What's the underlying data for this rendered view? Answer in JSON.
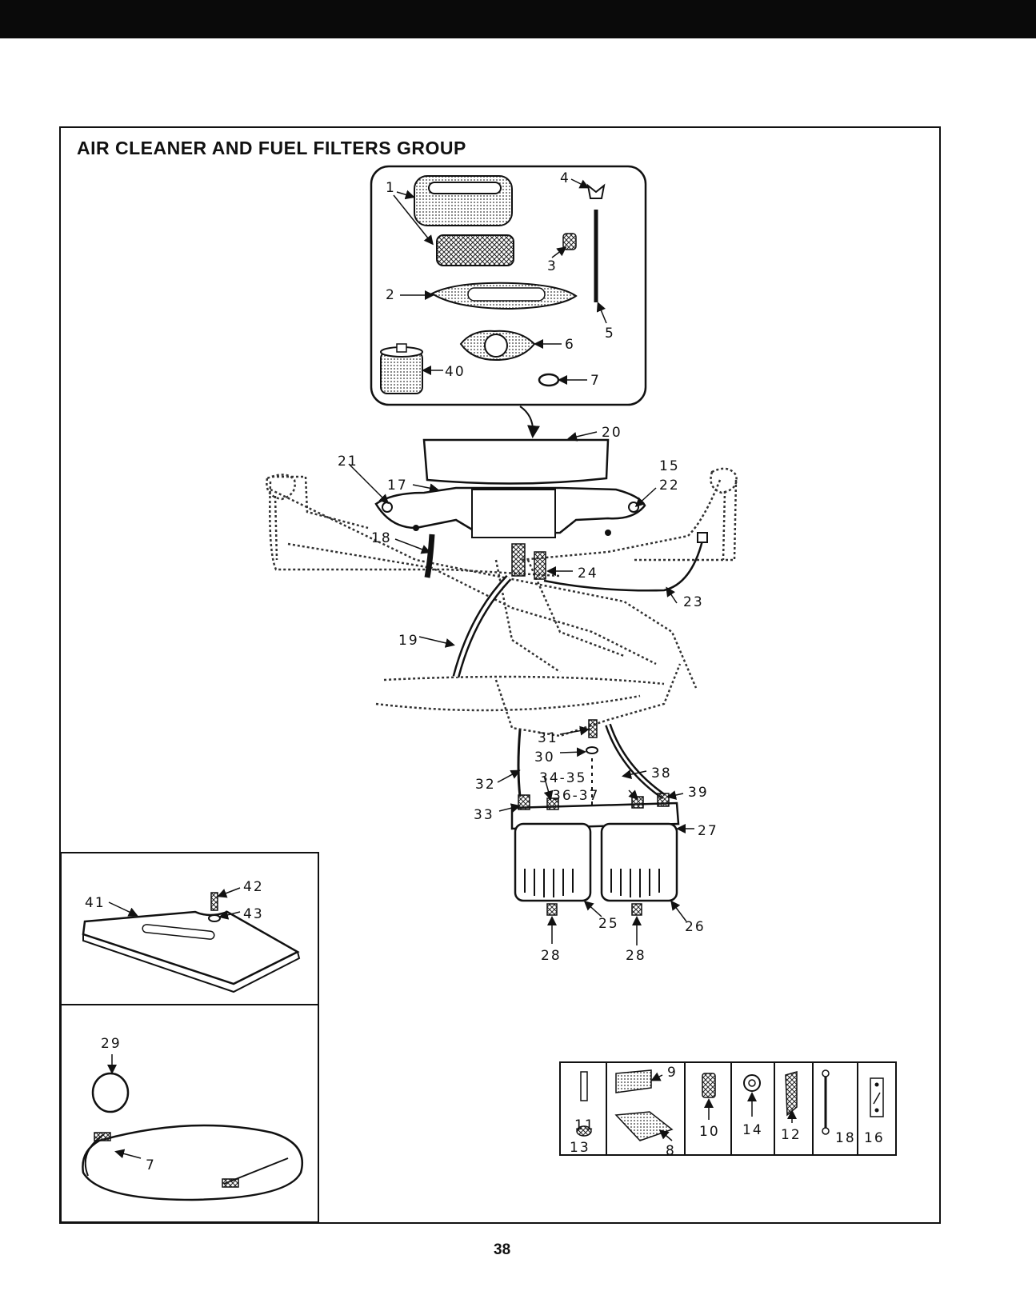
{
  "title": "AIR CLEANER AND FUEL FILTERS GROUP",
  "page_number": "38",
  "colors": {
    "ink": "#111111",
    "paper": "#ffffff",
    "band": "#0a0a0a"
  },
  "callouts": {
    "c1": "1",
    "c2": "2",
    "c3": "3",
    "c4": "4",
    "c5": "5",
    "c6": "6",
    "c7": "7",
    "c40": "40",
    "c20": "20",
    "c21": "21",
    "c17": "17",
    "c15": "15",
    "c22": "22",
    "c18": "18",
    "c24": "24",
    "c23": "23",
    "c19": "19",
    "c31": "31",
    "c30": "30",
    "c32": "32",
    "c34_35": "34-35",
    "c38": "38",
    "c36_37": "36-37",
    "c39": "39",
    "c33": "33",
    "c27": "27",
    "c25": "25",
    "c26": "26",
    "c28a": "28",
    "c28b": "28",
    "c41": "41",
    "c42": "42",
    "c43": "43",
    "c29": "29",
    "c7b": "7",
    "c9": "9",
    "c11": "11",
    "c13": "13",
    "c8": "8",
    "c10": "10",
    "c14": "14",
    "c12": "12",
    "c18b": "18",
    "c16": "16"
  }
}
